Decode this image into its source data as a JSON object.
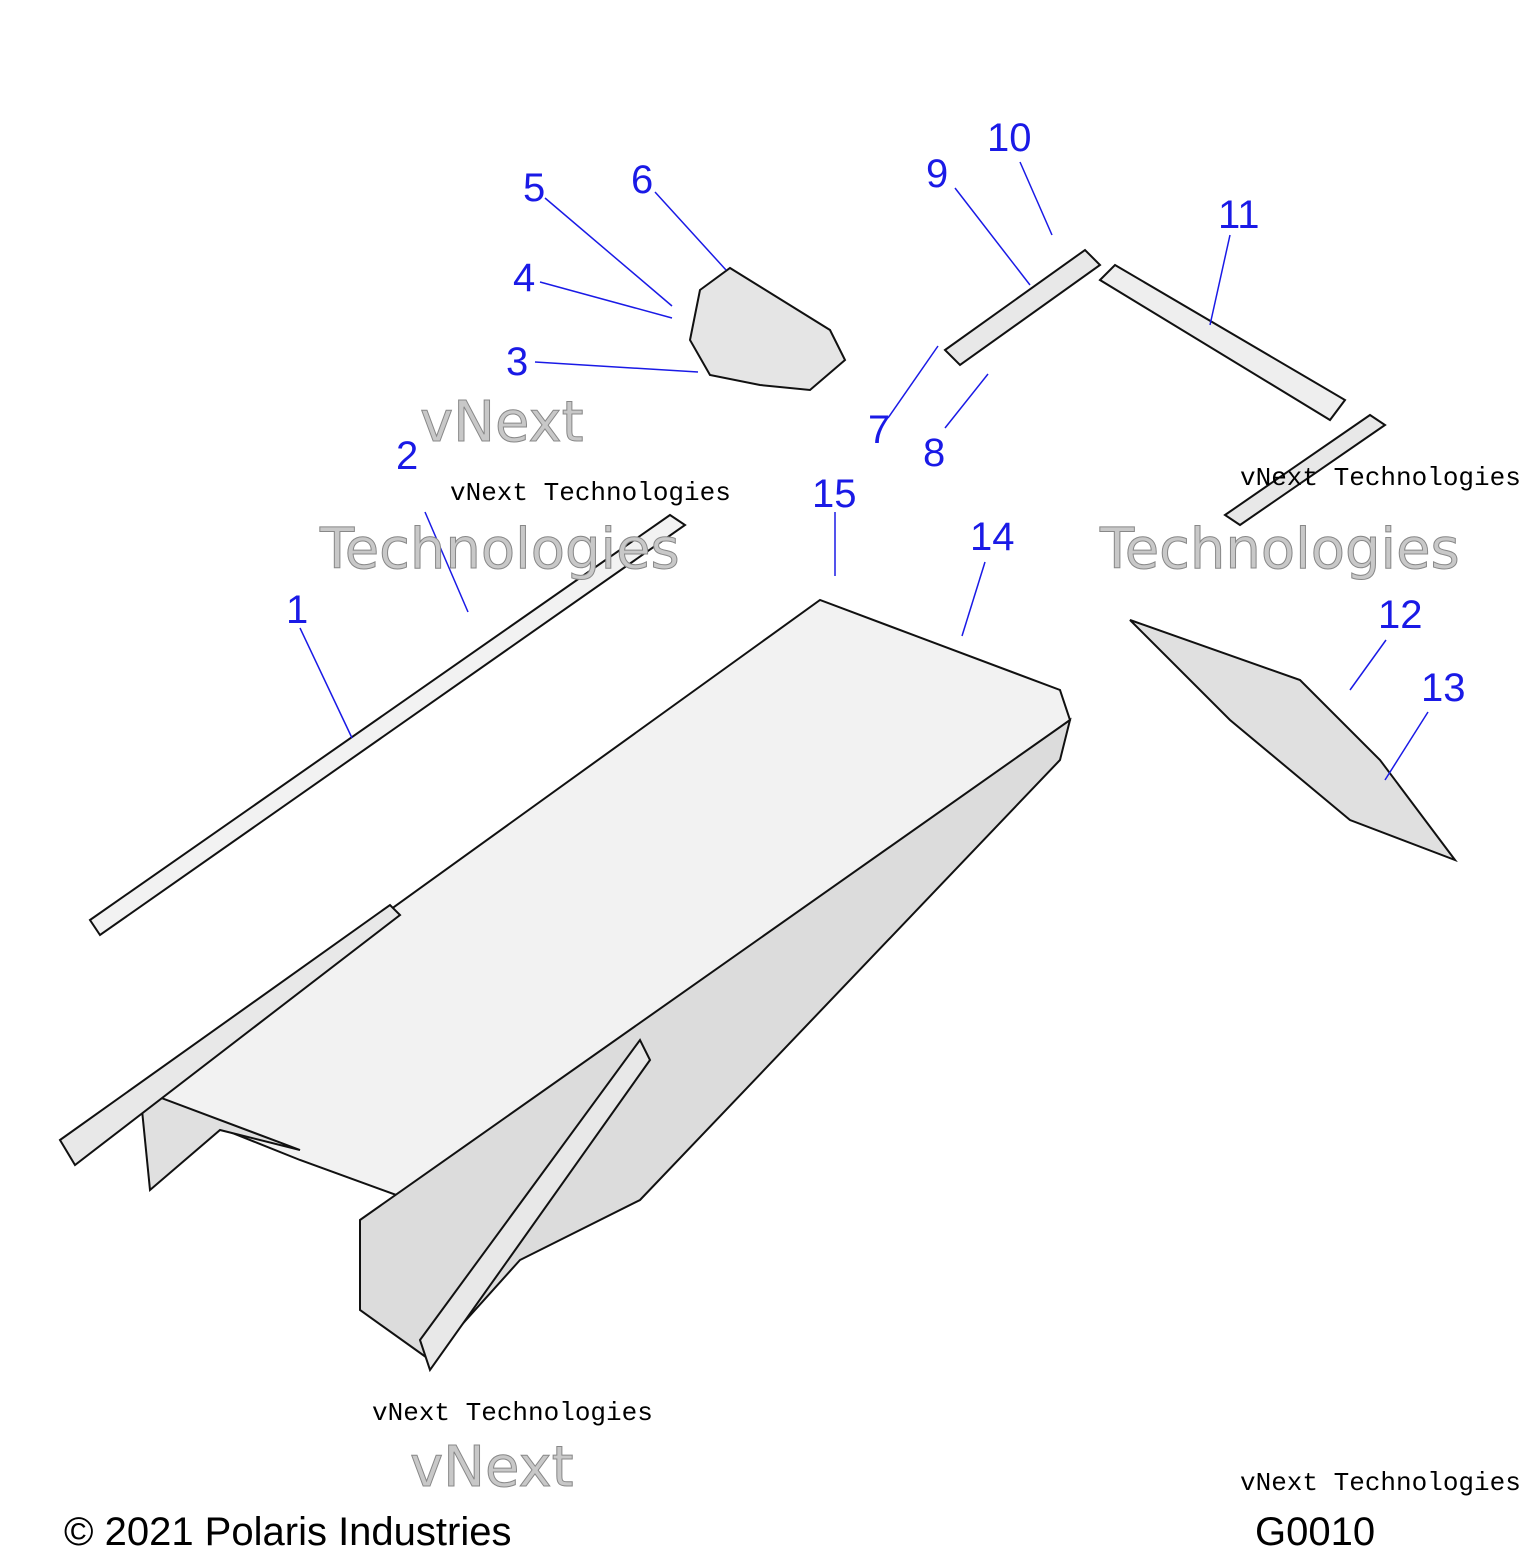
{
  "diagram": {
    "callouts": [
      "1",
      "2",
      "3",
      "4",
      "5",
      "6",
      "7",
      "8",
      "9",
      "10",
      "11",
      "12",
      "13",
      "14",
      "15"
    ],
    "watermark": {
      "line1": "vNext",
      "line2": "Technologies",
      "small": "vNext Technologies"
    },
    "footer": {
      "copyright": "© 2021 Polaris Industries",
      "code": "G0010"
    },
    "callout_color": "#1a1ae6"
  }
}
